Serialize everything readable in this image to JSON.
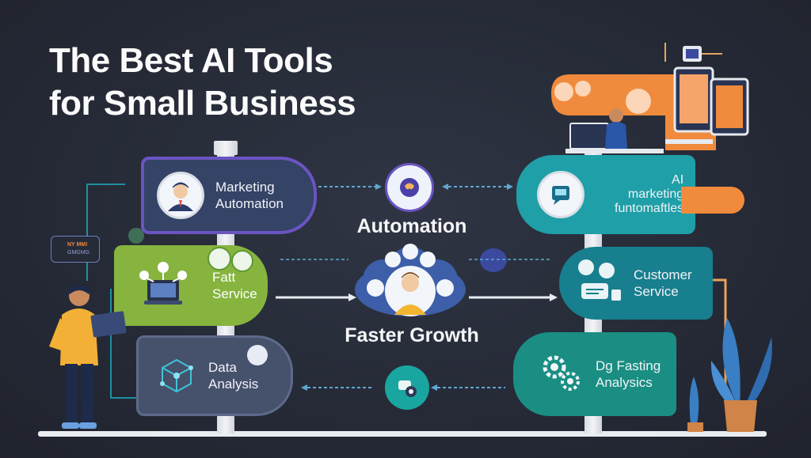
{
  "title": {
    "line1": "The Best AI Tools",
    "line2": "for Small Business"
  },
  "left_signs": [
    {
      "label": "Marketing\nAutomation",
      "icon": "marketer-avatar-icon",
      "color": "#3b4a6e"
    },
    {
      "label": "Fatt\nService",
      "icon": "laptop-network-icon",
      "color": "#86b43f"
    },
    {
      "label": "Data\nAnalysis",
      "icon": "data-cube-icon",
      "color": "#46516c"
    }
  ],
  "right_signs": [
    {
      "label": "AI\nmarketing\nfuntomaftles",
      "icon": "chat-bubble-icon",
      "color": "#1f9fa8"
    },
    {
      "label": "Customer\nService",
      "icon": "support-chat-icon",
      "color": "#187f8e"
    },
    {
      "label": "Dg Fasting\nAnalysics",
      "icon": "gears-icon",
      "color": "#1a8e83"
    }
  ],
  "center": {
    "top_label": "Automation",
    "bottom_label": "Faster Growth"
  },
  "small_tag": {
    "line1": "NY MM!",
    "line2": "GMGMG"
  },
  "colors": {
    "background": "#262b38",
    "purple_border": "#6b54c2",
    "teal": "#1a9aa4",
    "orange": "#f08a3c",
    "green": "#86b43f"
  }
}
